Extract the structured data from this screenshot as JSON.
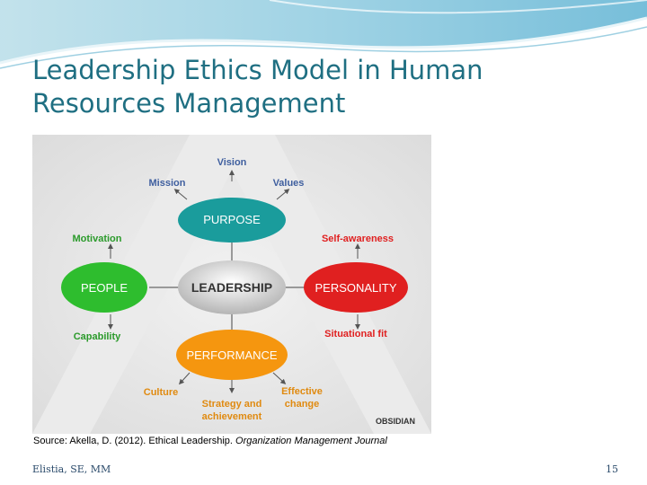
{
  "slide": {
    "title": "Leadership Ethics Model in Human Resources Management",
    "source_prefix": "Source: Akella, D. (2012). Ethical Leadership. ",
    "source_journal": "Organization Management Journal",
    "author": "Elistia, SE, MM",
    "page_number": "15"
  },
  "diagram": {
    "center": "LEADERSHIP",
    "nodes": {
      "purpose": {
        "label": "PURPOSE",
        "color": "#1a9c9c"
      },
      "people": {
        "label": "PEOPLE",
        "color": "#2ebd2e"
      },
      "personality": {
        "label": "PERSONALITY",
        "color": "#e02020"
      },
      "performance": {
        "label": "PERFORMANCE",
        "color": "#f5960f"
      }
    },
    "purpose_items": {
      "vision": "Vision",
      "mission": "Mission",
      "values": "Values"
    },
    "people_items": {
      "motivation": "Motivation",
      "capability": "Capability"
    },
    "personality_items": {
      "self_awareness": "Self-awareness",
      "situational_fit": "Situational fit"
    },
    "performance_items": {
      "culture": "Culture",
      "strategy_line1": "Strategy and",
      "strategy_line2": "achievement",
      "change_line1": "Effective",
      "change_line2": "change"
    },
    "brand": "OBSIDIAN",
    "label_colors": {
      "purpose": "#3f5f9f",
      "people": "#2a9a2a",
      "personality": "#e02020",
      "performance": "#e08a10"
    }
  }
}
